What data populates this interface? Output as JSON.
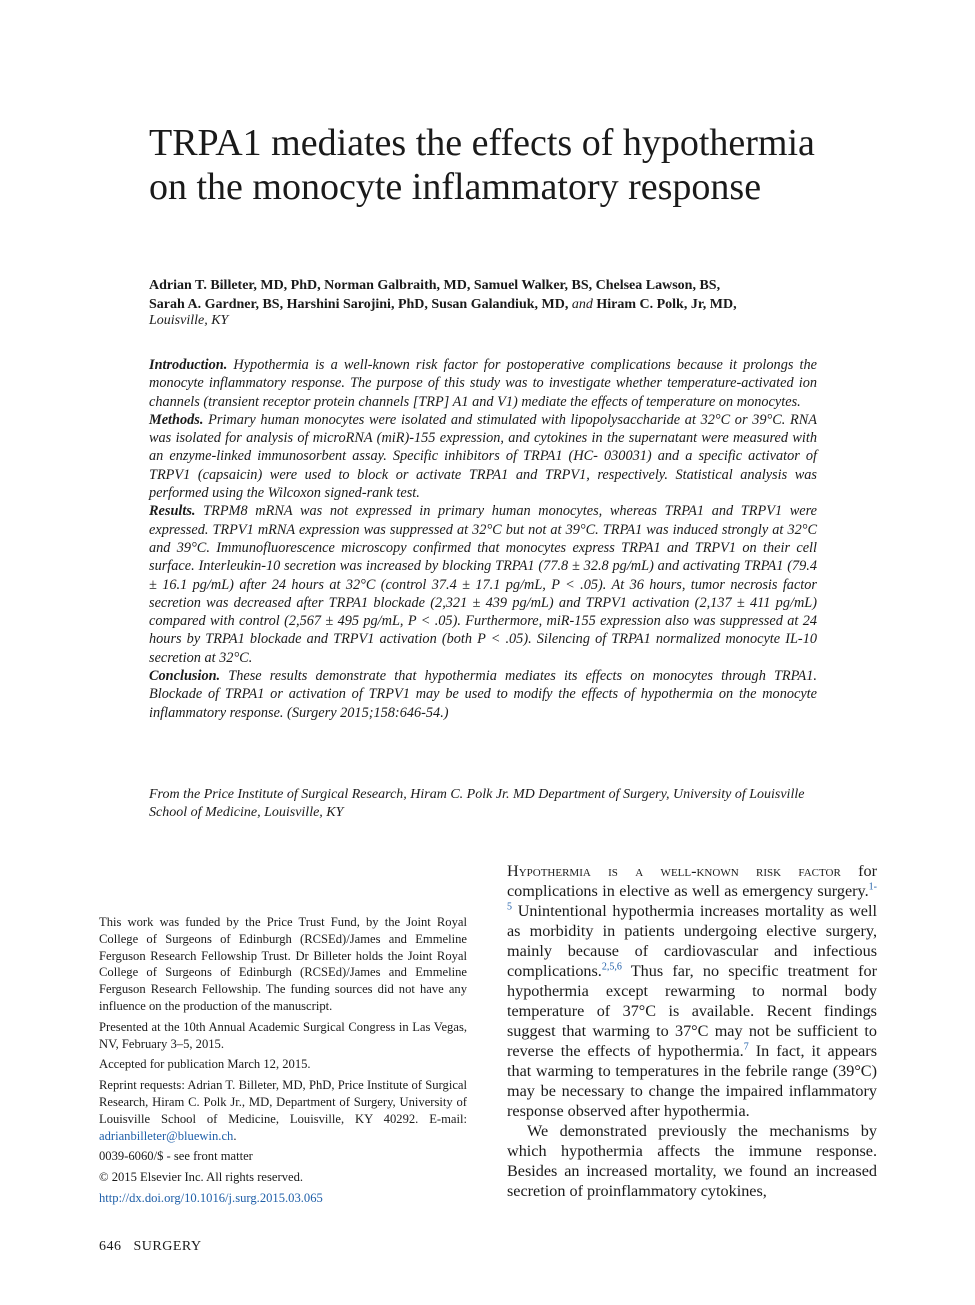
{
  "title": "TRPA1 mediates the effects of hypothermia on the monocyte inflammatory response",
  "authors": {
    "line1": "Adrian T. Billeter, MD, PhD, Norman Galbraith, MD, Samuel Walker, BS, Chelsea Lawson, BS,",
    "line2a": "Sarah A. Gardner, BS, Harshini Sarojini, PhD, Susan Galandiuk, MD,",
    "and": "and",
    "line2b": "Hiram C. Polk, Jr, MD,"
  },
  "location": "Louisville, KY",
  "abstract": {
    "intro_head": "Introduction.",
    "intro_text": "Hypothermia is a well-known risk factor for postoperative complications because it prolongs the monocyte inflammatory response. The purpose of this study was to investigate whether temperature-activated ion channels (transient receptor protein channels [TRP] A1 and V1) mediate the effects of temperature on monocytes.",
    "methods_head": "Methods.",
    "methods_text": "Primary human monocytes were isolated and stimulated with lipopolysaccharide at 32°C or 39°C. RNA was isolated for analysis of microRNA (miR)-155 expression, and cytokines in the supernatant were measured with an enzyme-linked immunosorbent assay. Specific inhibitors of TRPA1 (HC- 030031) and a specific activator of TRPV1 (capsaicin) were used to block or activate TRPA1 and TRPV1, respectively. Statistical analysis was performed using the Wilcoxon signed-rank test.",
    "results_head": "Results.",
    "results_text": "TRPM8 mRNA was not expressed in primary human monocytes, whereas TRPA1 and TRPV1 were expressed. TRPV1 mRNA expression was suppressed at 32°C but not at 39°C. TRPA1 was induced strongly at 32°C and 39°C. Immunofluorescence microscopy confirmed that monocytes express TRPA1 and TRPV1 on their cell surface. Interleukin-10 secretion was increased by blocking TRPA1 (77.8 ± 32.8 pg/mL) and activating TRPA1 (79.4 ± 16.1 pg/mL) after 24 hours at 32°C (control 37.4 ± 17.1 pg/mL, P < .05). At 36 hours, tumor necrosis factor secretion was decreased after TRPA1 blockade (2,321 ± 439 pg/mL) and TRPV1 activation (2,137 ± 411 pg/mL) compared with control (2,567 ± 495 pg/mL, P < .05). Furthermore, miR-155 expression also was suppressed at 24 hours by TRPA1 blockade and TRPV1 activation (both P < .05). Silencing of TRPA1 normalized monocyte IL-10 secretion at 32°C.",
    "conclusion_head": "Conclusion.",
    "conclusion_text": "These results demonstrate that hypothermia mediates its effects on monocytes through TRPA1. Blockade of TRPA1 or activation of TRPV1 may be used to modify the effects of hypothermia on the monocyte inflammatory response. (Surgery 2015;158:646-54.)"
  },
  "affiliation": "From the Price Institute of Surgical Research, Hiram C. Polk Jr. MD Department of Surgery, University of Louisville School of Medicine, Louisville, KY",
  "footnotes": {
    "funding": "This work was funded by the Price Trust Fund, by the Joint Royal College of Surgeons of Edinburgh (RCSEd)/James and Emmeline Ferguson Research Fellowship Trust. Dr Billeter holds the Joint Royal College of Surgeons of Edinburgh (RCSEd)/James and Emmeline Ferguson Research Fellowship. The funding sources did not have any influence on the production of the manuscript.",
    "presented": "Presented at the 10th Annual Academic Surgical Congress in Las Vegas, NV, February 3–5, 2015.",
    "accepted": "Accepted for publication March 12, 2015.",
    "reprint": "Reprint requests: Adrian T. Billeter, MD, PhD, Price Institute of Surgical Research, Hiram C. Polk Jr., MD, Department of Surgery, University of Louisville School of Medicine, Louisville, KY 40292. E-mail:",
    "email": "adrianbilleter@bluewin.ch",
    "email_end": ".",
    "issn": "0039-6060/$ - see front matter",
    "copyright": "© 2015 Elsevier Inc. All rights reserved.",
    "doi": "http://dx.doi.org/10.1016/j.surg.2015.03.065"
  },
  "body": {
    "p1_sc": "Hypothermia is a well-known risk factor",
    "p1_a": " for complications in elective as well as emergency surgery.",
    "ref1": "1-5",
    "p1_b": " Unintentional hypothermia increases mortality as well as morbidity in patients undergoing elective surgery, mainly because of cardiovascular and infectious complications.",
    "ref2": "2,5,6",
    "p1_c": " Thus far, no specific treatment for hypothermia except rewarming to normal body temperature of 37°C is available. Recent findings suggest that warming to 37°C may not be sufficient to reverse the effects of hypothermia.",
    "ref3": "7",
    "p1_d": " In fact, it appears that warming to temperatures in the febrile range (39°C) may be necessary to change the impaired inflammatory response observed after hypothermia.",
    "p2": "We demonstrated previously the mechanisms by which hypothermia affects the immune response. Besides an increased mortality, we found an increased secretion of proinflammatory cytokines,"
  },
  "page_footer": {
    "page_number": "646",
    "journal": "SURGERY"
  }
}
